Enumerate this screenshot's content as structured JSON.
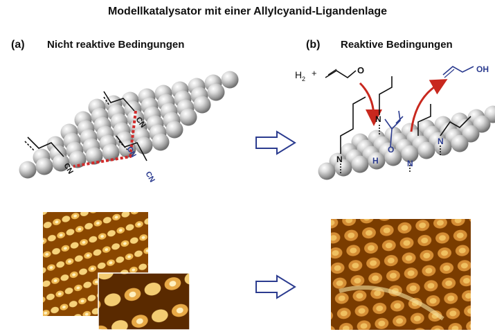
{
  "title": "Modellkatalysator mit einer Allylcyanid-Ligandenlage",
  "panel_a": {
    "letter": "(a)",
    "heading": "Nicht reaktive Bedingungen",
    "cn_labels": [
      "CN",
      "CN",
      "CN",
      "CN"
    ]
  },
  "panel_b": {
    "letter": "(b)",
    "heading": "Reaktive Bedingungen",
    "reactant_h2": "H",
    "reactant_h2_sub": "2",
    "plus": "+",
    "aldehyde_o": "O",
    "product_oh": "OH",
    "n_labels": [
      "N",
      "N",
      "N",
      "N"
    ],
    "o_label": "O",
    "h_label": "H"
  },
  "colors": {
    "ink": "#111111",
    "blue": "#2b3b8f",
    "red": "#c8281e",
    "sphere": "#b5b5b5",
    "stm_dark": "#6b3400",
    "stm_light": "#f2c66a"
  },
  "icons": [
    "right-arrow-icon",
    "right-arrow-icon"
  ]
}
